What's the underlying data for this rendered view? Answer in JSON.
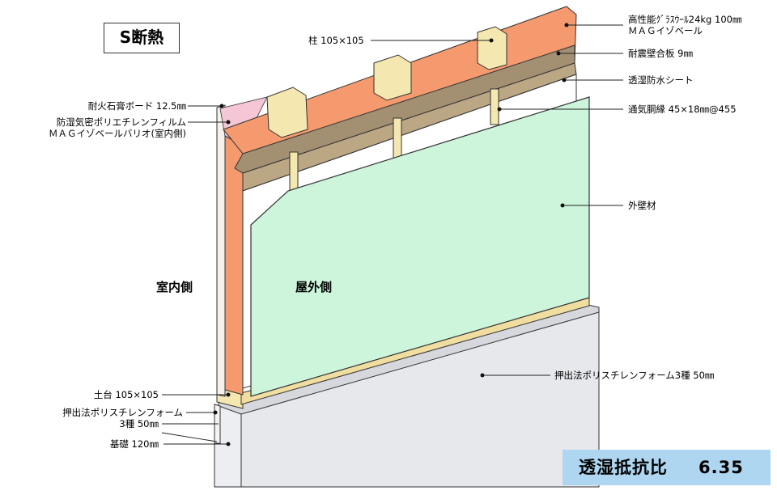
{
  "title": "S断熱",
  "labels": {
    "glass_wool_1": "高性能ｸﾞﾗｽｳｰﾙ24kg 100㎜",
    "glass_wool_2": "ＭＡＧイゾベール",
    "column": "柱 105×105",
    "seismic_board": "耐震壁合板 9㎜",
    "waterproof_sheet": "透湿防水シート",
    "gypsum_board": "耐火石膏ボード 12.5㎜",
    "vapor_film_1": "防湿気密ポリエチレンフィルム",
    "vapor_film_2": "ＭＡＧイゾベールバリオ(室内側)",
    "furring": "通気胴縁 45×18㎜@455",
    "exterior_wall": "外壁材",
    "indoor": "室内側",
    "outdoor": "屋外側",
    "foam_right": "押出法ポリスチレンフォーム3種 50㎜",
    "sill": "土台 105×105",
    "foam_left_1": "押出法ポリスチレンフォーム",
    "foam_left_2": "3種 50㎜",
    "foundation": "基礎 120㎜"
  },
  "badge": {
    "label": "透湿抵抗比",
    "value": "6.35"
  },
  "colors": {
    "insulation": "#f49a6e",
    "insulation_dark": "#e07a4e",
    "siding": "#ccf5dc",
    "plywood": "#a39072",
    "stud": "#f5e7b0",
    "foundation": "#e6e8ec",
    "badge": "#aed6f0"
  }
}
